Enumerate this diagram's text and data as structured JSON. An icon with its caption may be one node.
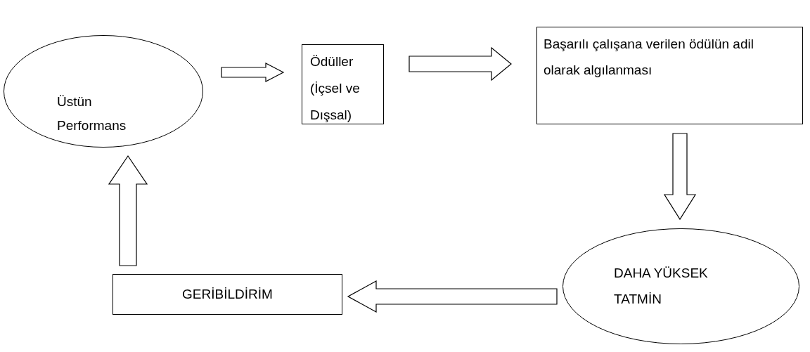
{
  "diagram": {
    "nodes": [
      {
        "text": [
          "Üstün Performans"
        ]
      },
      {
        "text": [
          "Ödüller (İçsel ve Dışsal)"
        ]
      },
      {
        "text": [
          "Başarılı çalışana verilen ödülün adil olarak algılanması"
        ]
      },
      {
        "text": [
          "DAHA YÜKSEK TATMİN"
        ]
      },
      {
        "text": [
          "GERİBİLDİRİM"
        ]
      }
    ],
    "edges": [
      {
        "from": 0,
        "to": 1,
        "arrow": "to"
      },
      {
        "from": 1,
        "to": 2,
        "arrow": "to"
      },
      {
        "from": 2,
        "to": 3,
        "arrow": "to"
      },
      {
        "from": 3,
        "to": 4,
        "arrow": "to"
      },
      {
        "from": 4,
        "to": 0,
        "arrow": "to"
      }
    ]
  }
}
